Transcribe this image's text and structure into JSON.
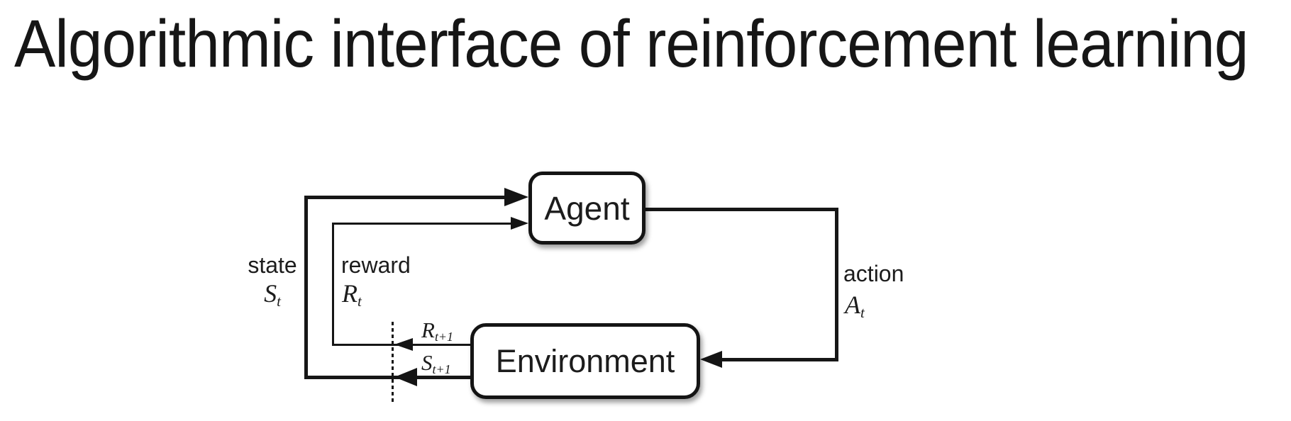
{
  "title": "Algorithmic interface of reinforcement learning",
  "colors": {
    "ink": "#161616",
    "background": "#ffffff"
  },
  "diagram": {
    "agent_label": "Agent",
    "environment_label": "Environment",
    "labels": {
      "state": {
        "word": "state",
        "base": "S",
        "sub": "t"
      },
      "reward": {
        "word": "reward",
        "base": "R",
        "sub": "t"
      },
      "action": {
        "word": "action",
        "base": "A",
        "sub": "t"
      },
      "next_reward": {
        "base": "R",
        "sub": "t+1"
      },
      "next_state": {
        "base": "S",
        "sub": "t+1"
      }
    }
  }
}
